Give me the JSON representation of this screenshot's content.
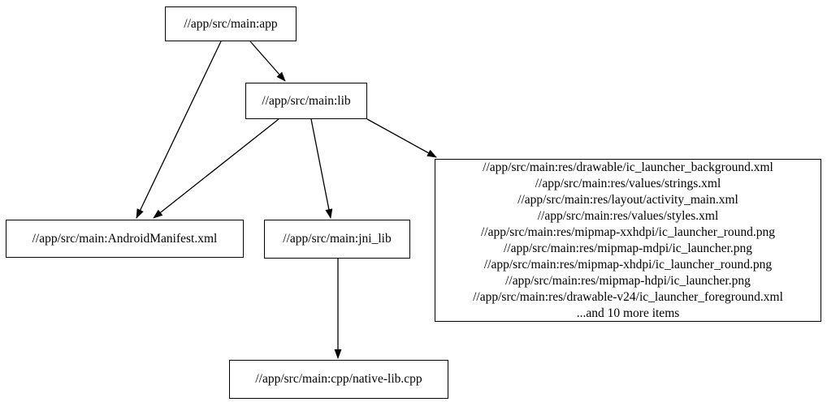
{
  "graph": {
    "type": "directed-dependency-graph",
    "colors": {
      "background": "#ffffff",
      "node_border": "#000000",
      "edge": "#000000",
      "text": "#000000"
    },
    "nodes": {
      "app": {
        "label": "//app/src/main:app"
      },
      "lib": {
        "label": "//app/src/main:lib"
      },
      "android_manifest": {
        "label": "//app/src/main:AndroidManifest.xml"
      },
      "jni_lib": {
        "label": "//app/src/main:jni_lib"
      },
      "res_group": {
        "lines": [
          "//app/src/main:res/drawable/ic_launcher_background.xml",
          "//app/src/main:res/values/strings.xml",
          "//app/src/main:res/layout/activity_main.xml",
          "//app/src/main:res/values/styles.xml",
          "//app/src/main:res/mipmap-xxhdpi/ic_launcher_round.png",
          "//app/src/main:res/mipmap-mdpi/ic_launcher.png",
          "//app/src/main:res/mipmap-xhdpi/ic_launcher_round.png",
          "//app/src/main:res/mipmap-hdpi/ic_launcher.png",
          "//app/src/main:res/drawable-v24/ic_launcher_foreground.xml",
          "...and 10 more items"
        ]
      },
      "native_lib_cpp": {
        "label": "//app/src/main:cpp/native-lib.cpp"
      }
    },
    "edges": [
      {
        "from": "app",
        "to": "lib"
      },
      {
        "from": "app",
        "to": "android_manifest"
      },
      {
        "from": "lib",
        "to": "android_manifest"
      },
      {
        "from": "lib",
        "to": "jni_lib"
      },
      {
        "from": "lib",
        "to": "res_group"
      },
      {
        "from": "jni_lib",
        "to": "native_lib_cpp"
      }
    ]
  }
}
